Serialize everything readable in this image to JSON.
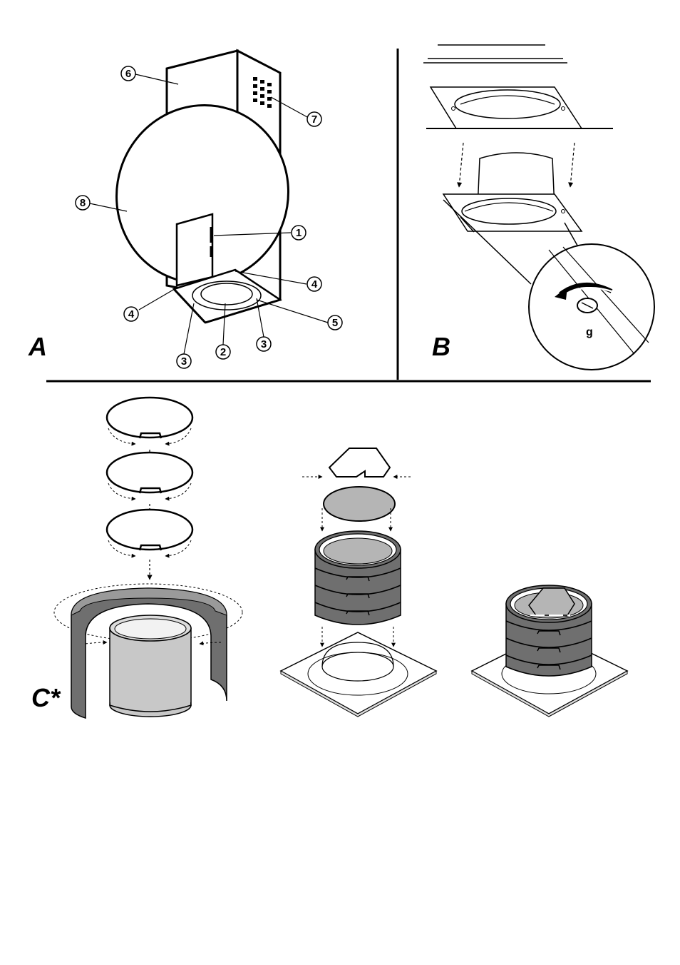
{
  "panels": {
    "a": {
      "label": "A"
    },
    "b": {
      "label": "B",
      "detail_label": "g"
    },
    "c": {
      "label": "C*"
    }
  },
  "callouts": {
    "n1": "1",
    "n2": "2",
    "n3a": "3",
    "n3b": "3",
    "n4a": "4",
    "n4b": "4",
    "n5": "5",
    "n6": "6",
    "n7": "7",
    "n8": "8"
  },
  "colors": {
    "line": "#000000",
    "dark_gray": "#6f6f6f",
    "mid_gray": "#9a9a9a",
    "light_gray": "#c8c8c8"
  }
}
